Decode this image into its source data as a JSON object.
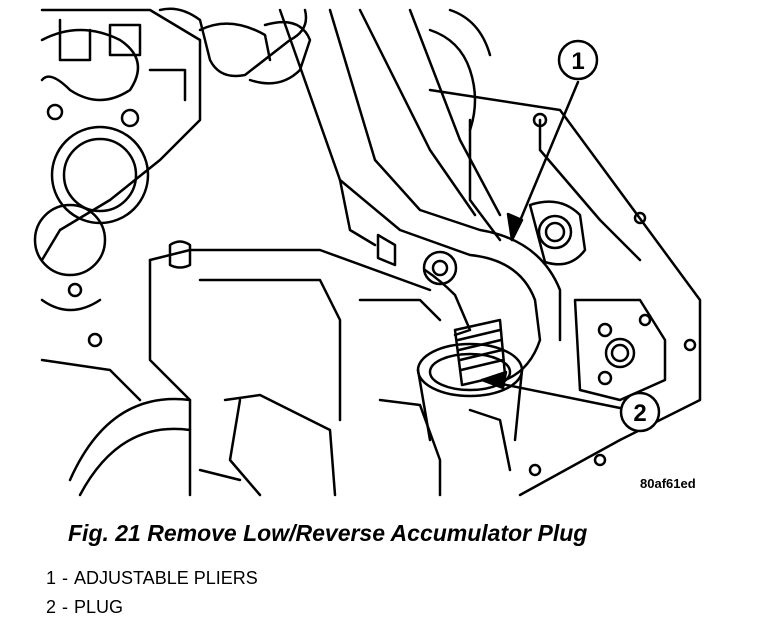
{
  "figure": {
    "callouts": [
      {
        "number": "1"
      },
      {
        "number": "2"
      }
    ],
    "reference_code": "80af61ed",
    "caption": "Fig. 21 Remove Low/Reverse Accumulator Plug",
    "legend": [
      {
        "number": "1",
        "separator": "-",
        "label": "ADJUSTABLE PLIERS"
      },
      {
        "number": "2",
        "separator": "-",
        "label": "PLUG"
      }
    ]
  }
}
